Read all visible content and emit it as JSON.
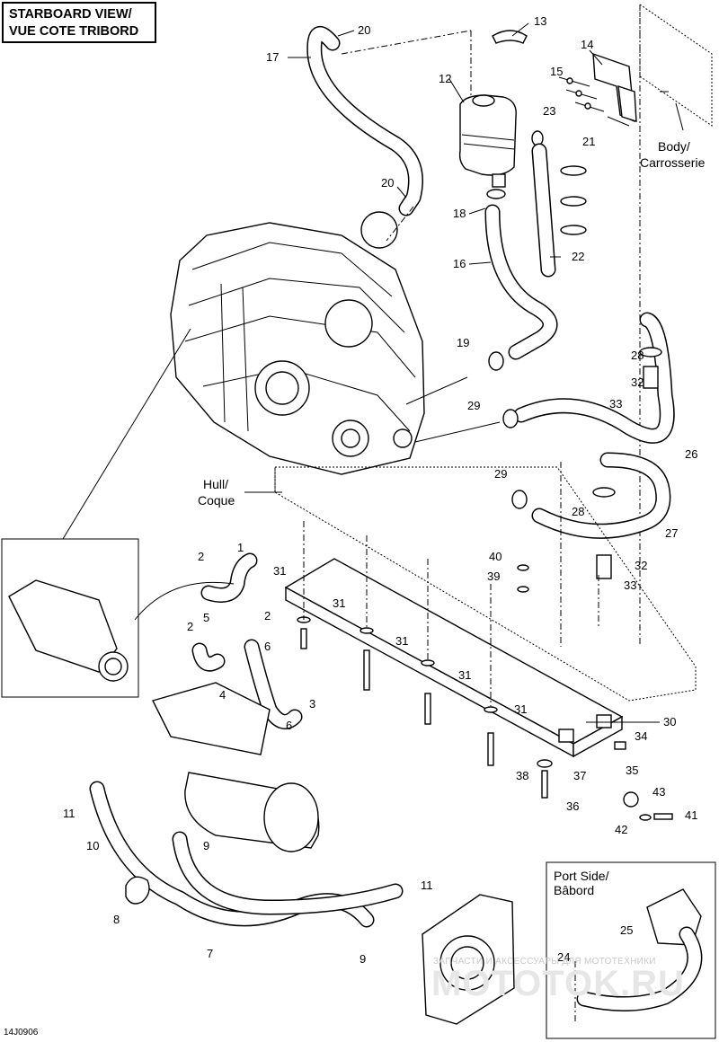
{
  "header": {
    "view_title_line1": "STARBOARD VIEW/",
    "view_title_line2": "VUE COTE TRIBORD"
  },
  "labels": {
    "body": "Body/",
    "body_fr": "Carrosserie",
    "hull": "Hull/",
    "hull_fr": "Coque",
    "port_side": "Port Side/",
    "port_side_fr": "Bâbord"
  },
  "figure_id": "14J0906",
  "watermark": {
    "line1": "ЗАПЧАСТИ И АКСЕССУАРЫ ДЛЯ МОТОТЕХНИКИ",
    "line2": "MOTOTOK.RU"
  },
  "callouts": [
    "1",
    "2",
    "2",
    "2",
    "3",
    "4",
    "5",
    "6",
    "6",
    "7",
    "8",
    "9",
    "9",
    "10",
    "11",
    "11",
    "12",
    "13",
    "14",
    "15",
    "16",
    "17",
    "18",
    "19",
    "20",
    "20",
    "21",
    "22",
    "23",
    "24",
    "25",
    "26",
    "27",
    "28",
    "28",
    "29",
    "29",
    "30",
    "31",
    "31",
    "31",
    "31",
    "31",
    "32",
    "32",
    "33",
    "33",
    "34",
    "35",
    "36",
    "37",
    "38",
    "39",
    "40",
    "41",
    "42",
    "43"
  ],
  "colors": {
    "line": "#000000",
    "background": "#ffffff"
  }
}
